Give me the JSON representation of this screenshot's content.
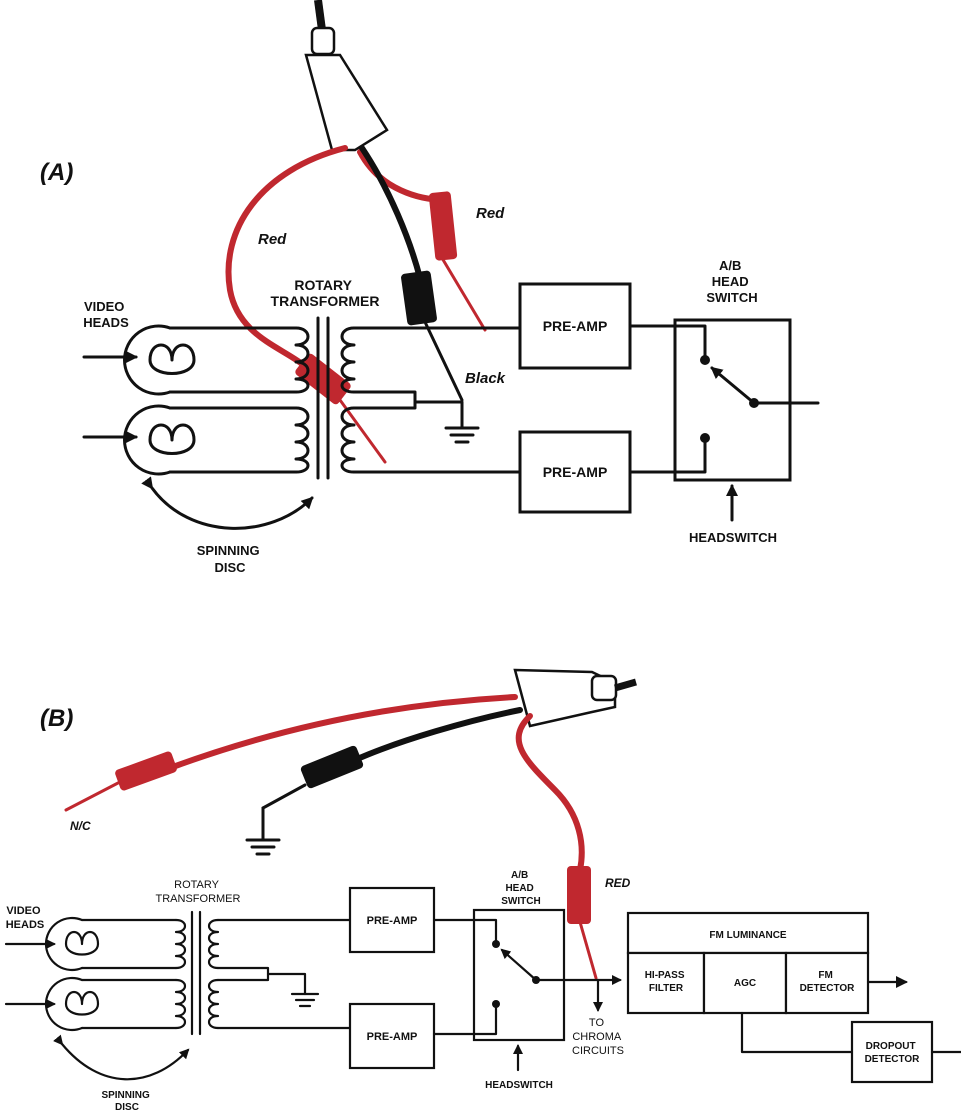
{
  "colors": {
    "red_lead": "#c0282f",
    "black_lead": "#111111",
    "line": "#111111",
    "probe_body": "#ffffff"
  },
  "panel_a": {
    "panel_label": "(A)",
    "video_heads": "VIDEO\nHEADS",
    "rotary_transformer": "ROTARY\nTRANSFORMER",
    "spinning_disc": "SPINNING\nDISC",
    "preamp_top": "PRE-AMP",
    "preamp_bottom": "PRE-AMP",
    "head_switch": "A/B\nHEAD\nSWITCH",
    "headswitch": "HEADSWITCH",
    "lead_red_left": "Red",
    "lead_red_right": "Red",
    "lead_black": "Black"
  },
  "panel_b": {
    "panel_label": "(B)",
    "video_heads": "VIDEO\nHEADS",
    "rotary_transformer": "ROTARY\nTRANSFORMER",
    "spinning_disc": "SPINNING\nDISC",
    "preamp_top": "PRE-AMP",
    "preamp_bottom": "PRE-AMP",
    "head_switch": "A/B\nHEAD\nSWITCH",
    "headswitch": "HEADSWITCH",
    "to_chroma": "TO\nCHROMA\nCIRCUITS",
    "fm_luminance": "FM LUMINANCE",
    "hi_pass_filter": "HI-PASS\nFILTER",
    "agc": "AGC",
    "fm_detector": "FM\nDETECTOR",
    "dropout_detector": "DROPOUT\nDETECTOR",
    "lead_nc": "N/C",
    "lead_red": "RED"
  }
}
